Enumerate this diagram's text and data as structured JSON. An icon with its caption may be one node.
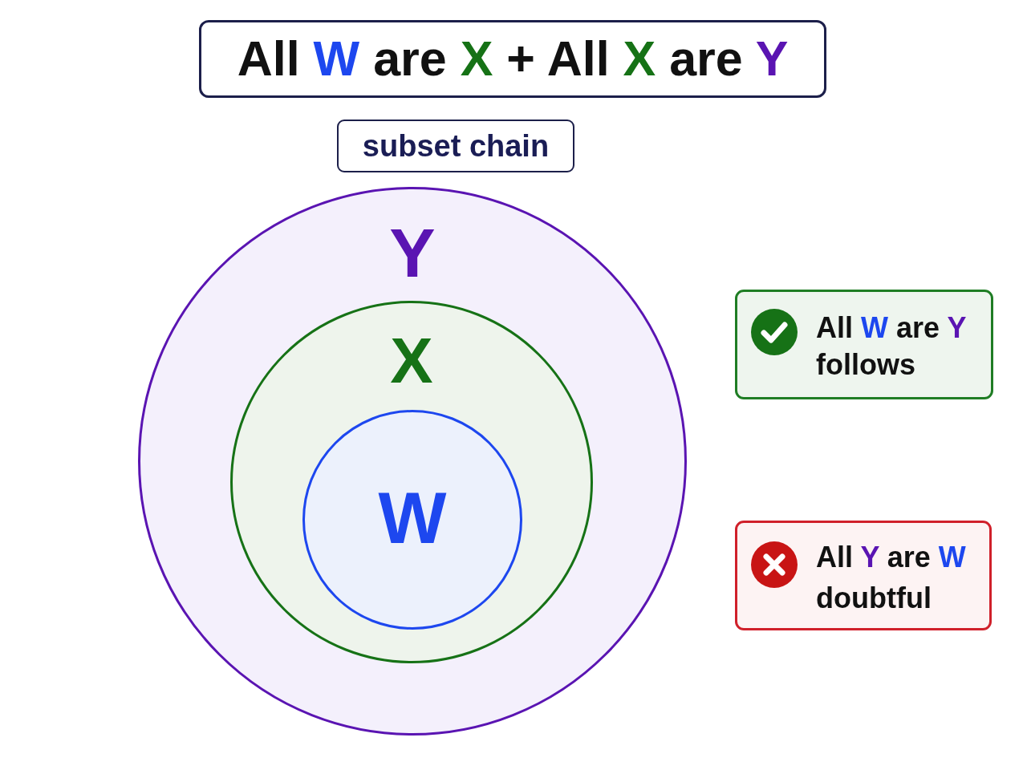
{
  "diagram": {
    "title": "All W are X + All X are Y",
    "nodes": [
      {
        "text": [
          "subset chain"
        ]
      },
      {
        "text": [
          "Y"
        ]
      },
      {
        "text": [
          "X"
        ],
        "in": 1
      },
      {
        "text": [
          "W"
        ],
        "in": 2
      },
      {
        "text": [
          "All W are Y",
          "follows"
        ]
      },
      {
        "text": [
          "All Y are W",
          "doubtful"
        ]
      }
    ]
  }
}
